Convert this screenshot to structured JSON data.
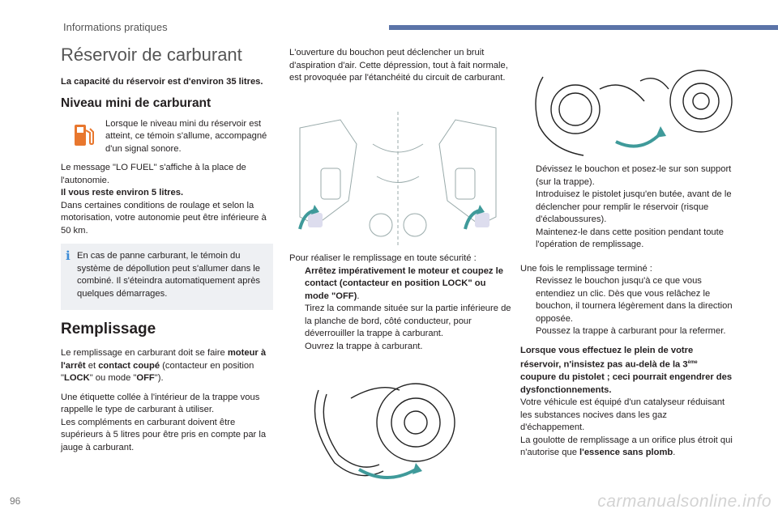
{
  "header": {
    "section": "Informations pratiques"
  },
  "col1": {
    "title": "Réservoir de carburant",
    "capacity": "La capacité du réservoir est d'environ 35 litres.",
    "niveau_title": "Niveau mini de carburant",
    "niveau_text": "Lorsque le niveau mini du réservoir est atteint, ce témoin s'allume, accompagné d'un signal sonore.",
    "message": "Le message \"LO FUEL\" s'affiche à la place de l'autonomie.",
    "reste": "Il vous reste environ 5 litres.",
    "conditions": "Dans certaines conditions de roulage et selon la motorisation, votre autonomie peut être inférieure à 50 km.",
    "info_icon": "i",
    "info_text": "En cas de panne carburant, le témoin du système de dépollution peut s'allumer dans le combiné. Il s'éteindra automatiquement après quelques démarrages.",
    "remplissage_title": "Remplissage",
    "remp_p1_a": "Le remplissage en carburant doit se faire ",
    "remp_p1_b": "moteur à l'arrêt",
    "remp_p1_c": " et ",
    "remp_p1_d": "contact coupé",
    "remp_p1_e": " (contacteur en position \"",
    "remp_p1_f": "LOCK",
    "remp_p1_g": "\" ou mode \"",
    "remp_p1_h": "OFF",
    "remp_p1_i": "\").",
    "remp_p2": "Une étiquette collée à l'intérieur de la trappe vous rappelle le type de carburant à utiliser.",
    "remp_p3": "Les compléments en carburant doivent être supérieurs à 5 litres pour être pris en compte par la jauge à carburant."
  },
  "col2": {
    "intro": "L'ouverture du bouchon peut déclencher un bruit d'aspiration d'air. Cette dépression, tout à fait normale, est provoquée par l'étanchéité du circuit de carburant.",
    "securite": "Pour réaliser le remplissage en toute sécurité :",
    "bullet_mark": "",
    "b1_bold": "Arrêtez impérativement le moteur et coupez le contact (contacteur en position LOCK\" ou mode \"OFF)",
    "b1_end": ".",
    "b2": "Tirez la commande située sur la partie inférieure de la planche de bord, côté conducteur, pour déverrouiller la trappe à carburant.",
    "b3": "Ouvrez la trappe à carburant."
  },
  "col3": {
    "b1": "Dévissez le bouchon et posez-le sur son support (sur la trappe).",
    "b2": "Introduisez le pistolet jusqu'en butée, avant de le déclencher pour remplir le réservoir (risque d'éclaboussures).",
    "b3": "Maintenez-le dans cette position pendant toute l'opération de remplissage.",
    "fin": "Une fois le remplissage terminé :",
    "b4": "Revissez le bouchon jusqu'à ce que vous entendiez un clic. Dès que vous relâchez le bouchon, il tournera légèrement dans la direction opposée.",
    "b5": "Poussez la trappe à carburant pour la refermer.",
    "warn_a": "Lorsque vous effectuez le plein de votre réservoir, n'insistez pas au-delà de la 3",
    "warn_sup": "ème",
    "warn_b": " coupure du pistolet ; ceci pourrait engendrer des dysfonctionnements.",
    "cata": "Votre véhicule est équipé d'un catalyseur réduisant les substances nocives dans les gaz d'échappement.",
    "goulotte_a": "La goulotte de remplissage a un orifice plus étroit qui n'autorise que ",
    "goulotte_b": "l'essence sans plomb",
    "goulotte_c": "."
  },
  "footer": {
    "page_number": "96",
    "watermark": "carmanualsonline.info"
  },
  "colors": {
    "accent": "#5b74a8",
    "fuel_icon": "#e8772e",
    "info_blue": "#3c8cd7",
    "arrow_teal": "#3f9a9a"
  },
  "icons": [
    "fuel-pump-icon",
    "info-icon",
    "checkbox-bullet-icon"
  ]
}
